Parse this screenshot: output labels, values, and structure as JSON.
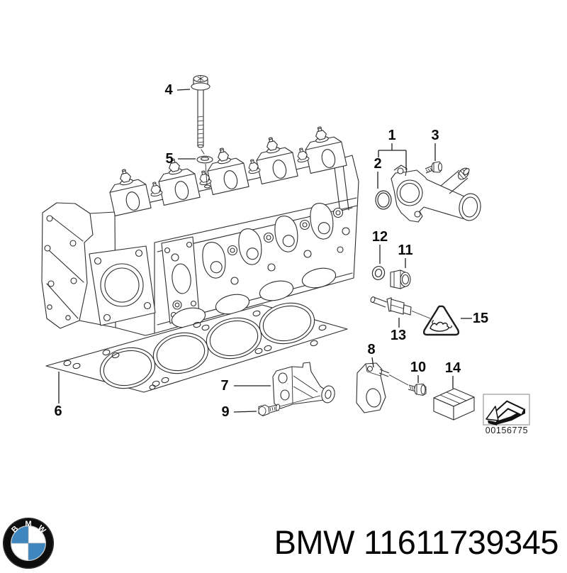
{
  "page": {
    "background_color": "#ffffff",
    "line_color": "#2e2e2e",
    "label_color": "#0a0a0a"
  },
  "diagram": {
    "type": "exploded-parts-diagram",
    "subject": "cylinder-head-with-gasket-and-attachments",
    "callouts": [
      "1",
      "2",
      "3",
      "4",
      "5",
      "6",
      "7",
      "8",
      "9",
      "10",
      "11",
      "12",
      "13",
      "14",
      "15"
    ],
    "stamp_code": "00156775"
  },
  "footer": {
    "brand": "BMW",
    "part_number": "11611739345",
    "logo_letters": [
      "B",
      "M",
      "W"
    ],
    "logo_blue": "#3e86bd"
  }
}
